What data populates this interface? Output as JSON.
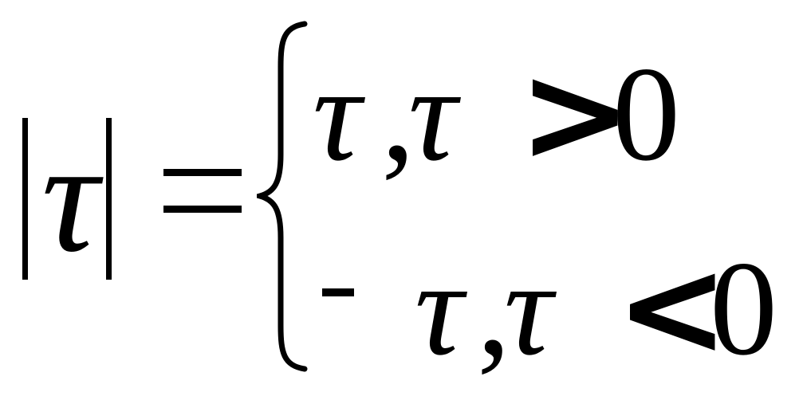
{
  "formula": {
    "lhs_symbol": "τ",
    "equals": "=",
    "case_1": {
      "value": "τ",
      "separator": ",",
      "condition_var": "τ",
      "relation": ">",
      "bound": "0"
    },
    "case_2": {
      "sign": "-",
      "value": "τ",
      "separator": ",",
      "condition_var": "τ",
      "relation": "<",
      "bound": "0"
    }
  }
}
